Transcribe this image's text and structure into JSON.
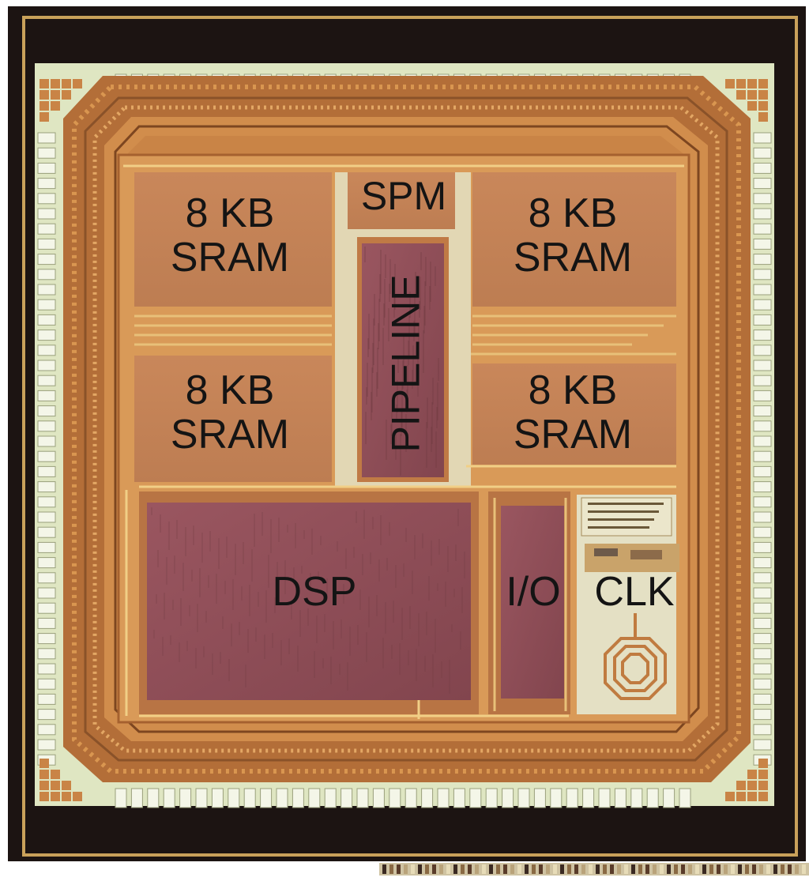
{
  "image": {
    "kind": "chip-die-micrograph",
    "colors": {
      "frame": "#1c1412",
      "die_surface": "#dfe6c2",
      "copper": "#c07b40",
      "copper_dark": "#8a5229",
      "sram_fill": "#c78a5a",
      "logic_fill": "#8f4d55",
      "text": "#141414"
    }
  },
  "blocks": {
    "spm": "SPM",
    "pipeline": "PIPELINE",
    "sram_top_left": [
      "8 KB",
      "SRAM"
    ],
    "sram_top_right": [
      "8 KB",
      "SRAM"
    ],
    "sram_bottom_left": [
      "8 KB",
      "SRAM"
    ],
    "sram_bottom_right": [
      "8 KB",
      "SRAM"
    ],
    "dsp": "DSP",
    "io": "I/O",
    "clk": "CLK"
  }
}
